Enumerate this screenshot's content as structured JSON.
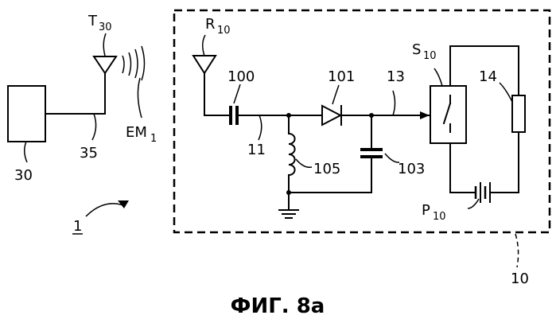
{
  "figure": {
    "caption": "ФИГ. 8а"
  },
  "labels": {
    "antenna_t": "T",
    "antenna_t_sub": "30",
    "wave": "EM",
    "wave_sub": "1",
    "device_box": "30",
    "feed_line": "35",
    "system_ref": "1",
    "receiver_ant": "R",
    "receiver_ant_sub": "10",
    "capacitor_100": "100",
    "line_11": "11",
    "diode_101": "101",
    "line_13": "13",
    "inductor_105": "105",
    "capacitor_103": "103",
    "switch": "S",
    "switch_sub": "10",
    "load_14": "14",
    "battery": "P",
    "battery_sub": "10",
    "module_10": "10"
  }
}
